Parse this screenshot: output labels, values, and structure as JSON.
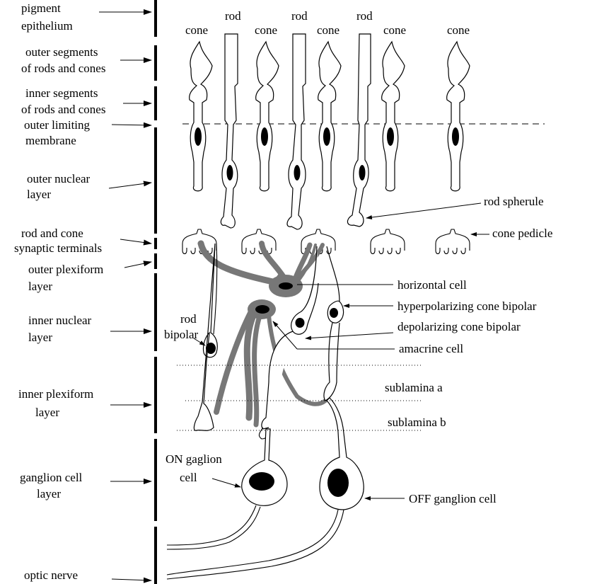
{
  "layers": {
    "pigment_epithelium": [
      "pigment",
      "epithelium"
    ],
    "outer_segments": [
      "outer segments",
      "of rods and cones"
    ],
    "inner_segments": [
      "inner segments",
      "of rods and cones"
    ],
    "outer_limiting_membrane": [
      "outer limiting",
      "membrane"
    ],
    "outer_nuclear_layer": [
      "outer nuclear",
      "layer"
    ],
    "synaptic_terminals": [
      "rod and cone",
      "synaptic terminals"
    ],
    "outer_plexiform_layer": [
      "outer plexiform",
      "layer"
    ],
    "inner_nuclear_layer": [
      "inner nuclear",
      "layer"
    ],
    "inner_plexiform_layer": [
      "inner plexiform",
      "layer"
    ],
    "ganglion_cell_layer": [
      "ganglion cell",
      "layer"
    ],
    "optic_nerve": "optic nerve"
  },
  "photoreceptors": {
    "cone": "cone",
    "rod": "rod"
  },
  "cells": {
    "rod_spherule": "rod spherule",
    "cone_pedicle": "cone pedicle",
    "horizontal_cell": "horizontal cell",
    "hyperpolarizing_bipolar": "hyperpolarizing cone bipolar",
    "depolarizing_bipolar": "depolarizing cone bipolar",
    "amacrine_cell": "amacrine cell",
    "rod_bipolar": [
      "rod",
      "bipolar"
    ],
    "on_ganglion": [
      "ON gaglion",
      "cell"
    ],
    "off_ganglion": "OFF ganglion cell"
  },
  "sublaminae": {
    "a": "sublamina a",
    "b": "sublamina b"
  }
}
